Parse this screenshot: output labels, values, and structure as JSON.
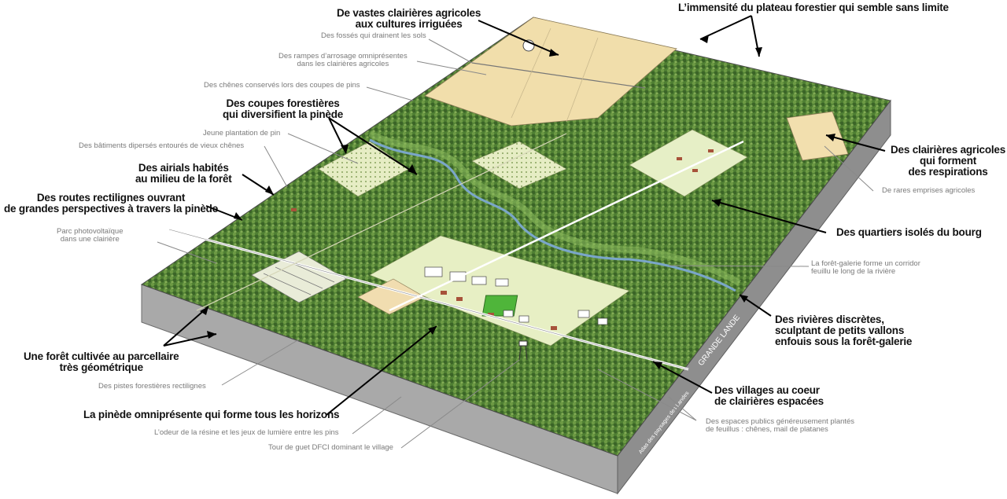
{
  "palette": {
    "forest_dark": "#3f6b2c",
    "forest_mid": "#5b8a3a",
    "forest_light": "#8db55a",
    "crop_yellow": "#f0d9a0",
    "crop_beige": "#efe4cc",
    "clearing_pale": "#e8efc6",
    "river": "#7aa6c9",
    "block_side": "#b9b9b9",
    "block_front": "#9c9c9c"
  },
  "labels_bold": [
    {
      "id": "vastes-clairieres",
      "lines": [
        "De vastes clairières agricoles",
        "aux cultures irriguées"
      ]
    },
    {
      "id": "immensite-plateau",
      "lines": [
        "L’immensité du plateau forestier qui semble sans limite"
      ]
    },
    {
      "id": "coupes-forestieres",
      "lines": [
        "Des coupes forestières",
        "qui diversifient la pinède"
      ]
    },
    {
      "id": "clairieres-respirations",
      "lines": [
        "Des clairières agricoles",
        "qui forment",
        "des respirations"
      ]
    },
    {
      "id": "airials-habites",
      "lines": [
        "Des  airials habités",
        "au milieu de la forêt"
      ]
    },
    {
      "id": "routes-rectilignes",
      "lines": [
        "Des routes rectilignes ouvrant",
        "de grandes perspectives à travers la pinède"
      ]
    },
    {
      "id": "quartiers-isoles",
      "lines": [
        "Des quartiers isolés du bourg"
      ]
    },
    {
      "id": "rivieres-discretes",
      "lines": [
        "Des rivières discrètes,",
        "sculptant de petits vallons",
        "enfouis sous la forêt-galerie"
      ]
    },
    {
      "id": "foret-cultivee",
      "lines": [
        "Une forêt cultivée au parcellaire",
        "très géométrique"
      ]
    },
    {
      "id": "villages-coeur",
      "lines": [
        "Des villages au coeur",
        "de clairières espacées"
      ]
    },
    {
      "id": "pinede-omnipresente",
      "lines": [
        "La pinède omniprésente qui forme tous les horizons"
      ]
    }
  ],
  "labels_small": [
    {
      "id": "fosses",
      "lines": [
        "Des fossés qui drainent les sols"
      ]
    },
    {
      "id": "rampes",
      "lines": [
        "Des rampes d’arrosage omniprésentes",
        "dans les clairières agricoles"
      ]
    },
    {
      "id": "chenes-conserves",
      "lines": [
        "Des chênes conservés lors des coupes de pins"
      ]
    },
    {
      "id": "jeune-plantation",
      "lines": [
        "Jeune plantation de pin"
      ]
    },
    {
      "id": "batiments-disperses",
      "lines": [
        "Des bâtiments dipersés entourés de vieux chênes"
      ]
    },
    {
      "id": "rares-emprises",
      "lines": [
        "De rares emprises agricoles"
      ]
    },
    {
      "id": "parc-photovoltaique",
      "lines": [
        "Parc photovoltaïque",
        "dans une clairière"
      ]
    },
    {
      "id": "foret-galerie",
      "lines": [
        "La forêt-galerie forme un corridor",
        "feuillu le long de la rivière"
      ]
    },
    {
      "id": "pistes-forestieres",
      "lines": [
        "Des pistes forestières rectilignes"
      ]
    },
    {
      "id": "odeur-resine",
      "lines": [
        "L’odeur de la résine et les jeux de lumière entre les pins"
      ]
    },
    {
      "id": "tour-guet",
      "lines": [
        "Tour de guet DFCI dominant le village"
      ]
    },
    {
      "id": "espaces-publics",
      "lines": [
        "Des espaces publics généreusement plantés",
        "de feuillus : chênes, mail de platanes"
      ]
    }
  ],
  "block_side_texts": {
    "right": "GRANDE LANDE",
    "front": "Atlas des paysages des Landes"
  }
}
